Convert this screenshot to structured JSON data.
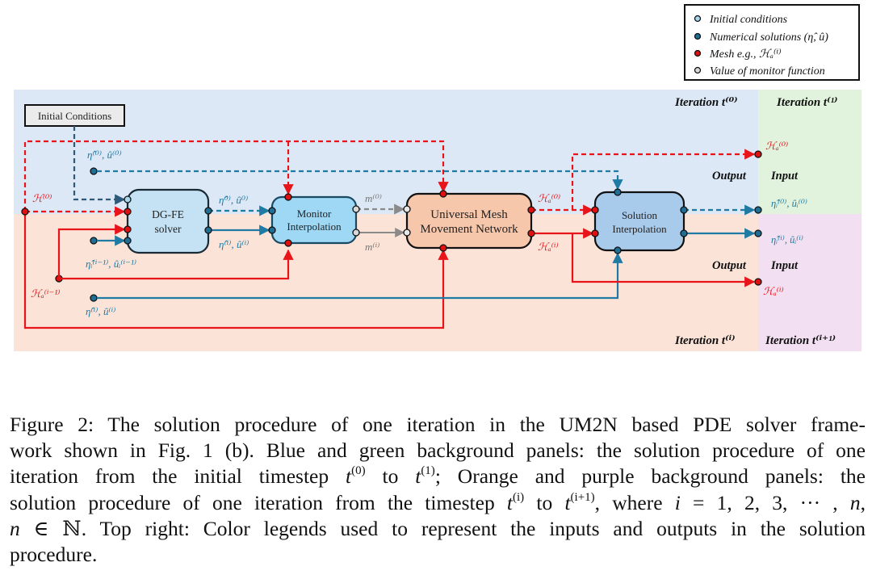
{
  "legend": {
    "items": [
      {
        "label": "Initial conditions",
        "color": "#a8d8ef"
      },
      {
        "label": "Numerical solutions (η̂, û)",
        "color": "#1f6f95"
      },
      {
        "label": "Mesh e.g., ℋₐ⁽ⁱ⁾",
        "color": "#e01010"
      },
      {
        "label": "Value of monitor function",
        "color": "#d0d0d0"
      }
    ]
  },
  "panels": {
    "blue": "#dce8f5",
    "green": "#e2f3dd",
    "orange": "#fce3d8",
    "purple": "#f3dff2"
  },
  "colors": {
    "mesh": "#e8141a",
    "solution": "#1f7ba3",
    "initial": "#2d5a7a",
    "monitor": "#8a8a8a"
  },
  "nodes": {
    "initial_conditions": "Initial Conditions",
    "dgfe_line1": "DG-FE",
    "dgfe_line2": "solver",
    "monitor_line1": "Monitor",
    "monitor_line2": "Interpolation",
    "um2n_line1": "Universal Mesh",
    "um2n_line2": "Movement Network",
    "solution_line1": "Solution",
    "solution_line2": "Interpolation"
  },
  "labels": {
    "eta0_u0_top": "η̂⁽⁰⁾, û⁽⁰⁾",
    "H0": "ℋ⁽⁰⁾",
    "eta0_u0_dg": "η̂⁰⁾, û⁰⁾",
    "etai_ui_dg": "η̂⁽ⁱ⁾, û⁽ⁱ⁾",
    "etaIm1": "η̂ᵢ⁽ⁱ⁻¹⁾, ûᵢ⁽ⁱ⁻¹⁾",
    "Ha_im1": "ℋₐ⁽ⁱ⁻¹⁾",
    "etai_ui_bottom": "η̂⁽ⁱ⁾, û⁽ⁱ⁾",
    "m0": "m⁽⁰⁾",
    "mi": "m⁽ⁱ⁾",
    "Ha0_um2n": "ℋₐ⁽⁰⁾",
    "Hai_um2n": "ℋₐ⁽ⁱ⁾",
    "Ha0_out": "ℋₐ⁽⁰⁾",
    "etaI0_out": "η̂ᵢ⁽⁰⁾, ûᵢ⁽⁰⁾",
    "etaIi_out": "η̂ᵢ⁽ⁱ⁾, ûᵢ⁽ⁱ⁾",
    "Hai_out": "ℋₐ⁽ⁱ⁾",
    "iter_t0": "Iteration t⁽⁰⁾",
    "iter_t1": "Iteration t⁽¹⁾",
    "iter_ti": "Iteration t⁽ⁱ⁾",
    "iter_ti1": "Iteration t⁽ⁱ⁺¹⁾",
    "output_top": "Output",
    "input_top": "Input",
    "output_bottom": "Output",
    "input_bottom": "Input"
  },
  "caption": {
    "lines": [
      "Figure 2:   The solution procedure of one iteration in the UM2N based PDE solver frame-",
      "work shown in Fig. 1 (b).  Blue and green background panels:  the solution procedure of one",
      "iteration from the initial timestep t(0) to t(1); Orange and purple background panels:  the",
      "solution procedure of one iteration from the timestep t(i) to t(i+1), where i = 1, 2, 3, ··· , n,",
      "n ∈ ℕ.  Top right:  Color legends used to represent the inputs and outputs in the solution",
      "procedure."
    ],
    "l1": "Figure 2:   The solution procedure of one iteration in the UM2N based PDE solver frame-",
    "l2": "work shown in Fig. 1 (b).  Blue and green background panels:  the solution procedure of one",
    "l3a": "iteration from the initial timestep ",
    "l3_t": "t",
    "l3_sup0": "(0)",
    "l3_to": " to ",
    "l3_sup1": "(1)",
    "l3b": "; Orange and purple background panels:  the",
    "l4a": "solution procedure of one iteration from the timestep ",
    "l4_supi": "(i)",
    "l4_supi1": "(i+1)",
    "l4b": ", where ",
    "l4_i": "i",
    "l4c": " = 1, 2, 3, ··· , ",
    "l4_n": "n",
    "l4d": ",",
    "l5_n": "n",
    "l5a": " ∈ ℕ.  Top right:  Color legends used to represent the inputs and outputs in the solution",
    "l6": "procedure."
  }
}
